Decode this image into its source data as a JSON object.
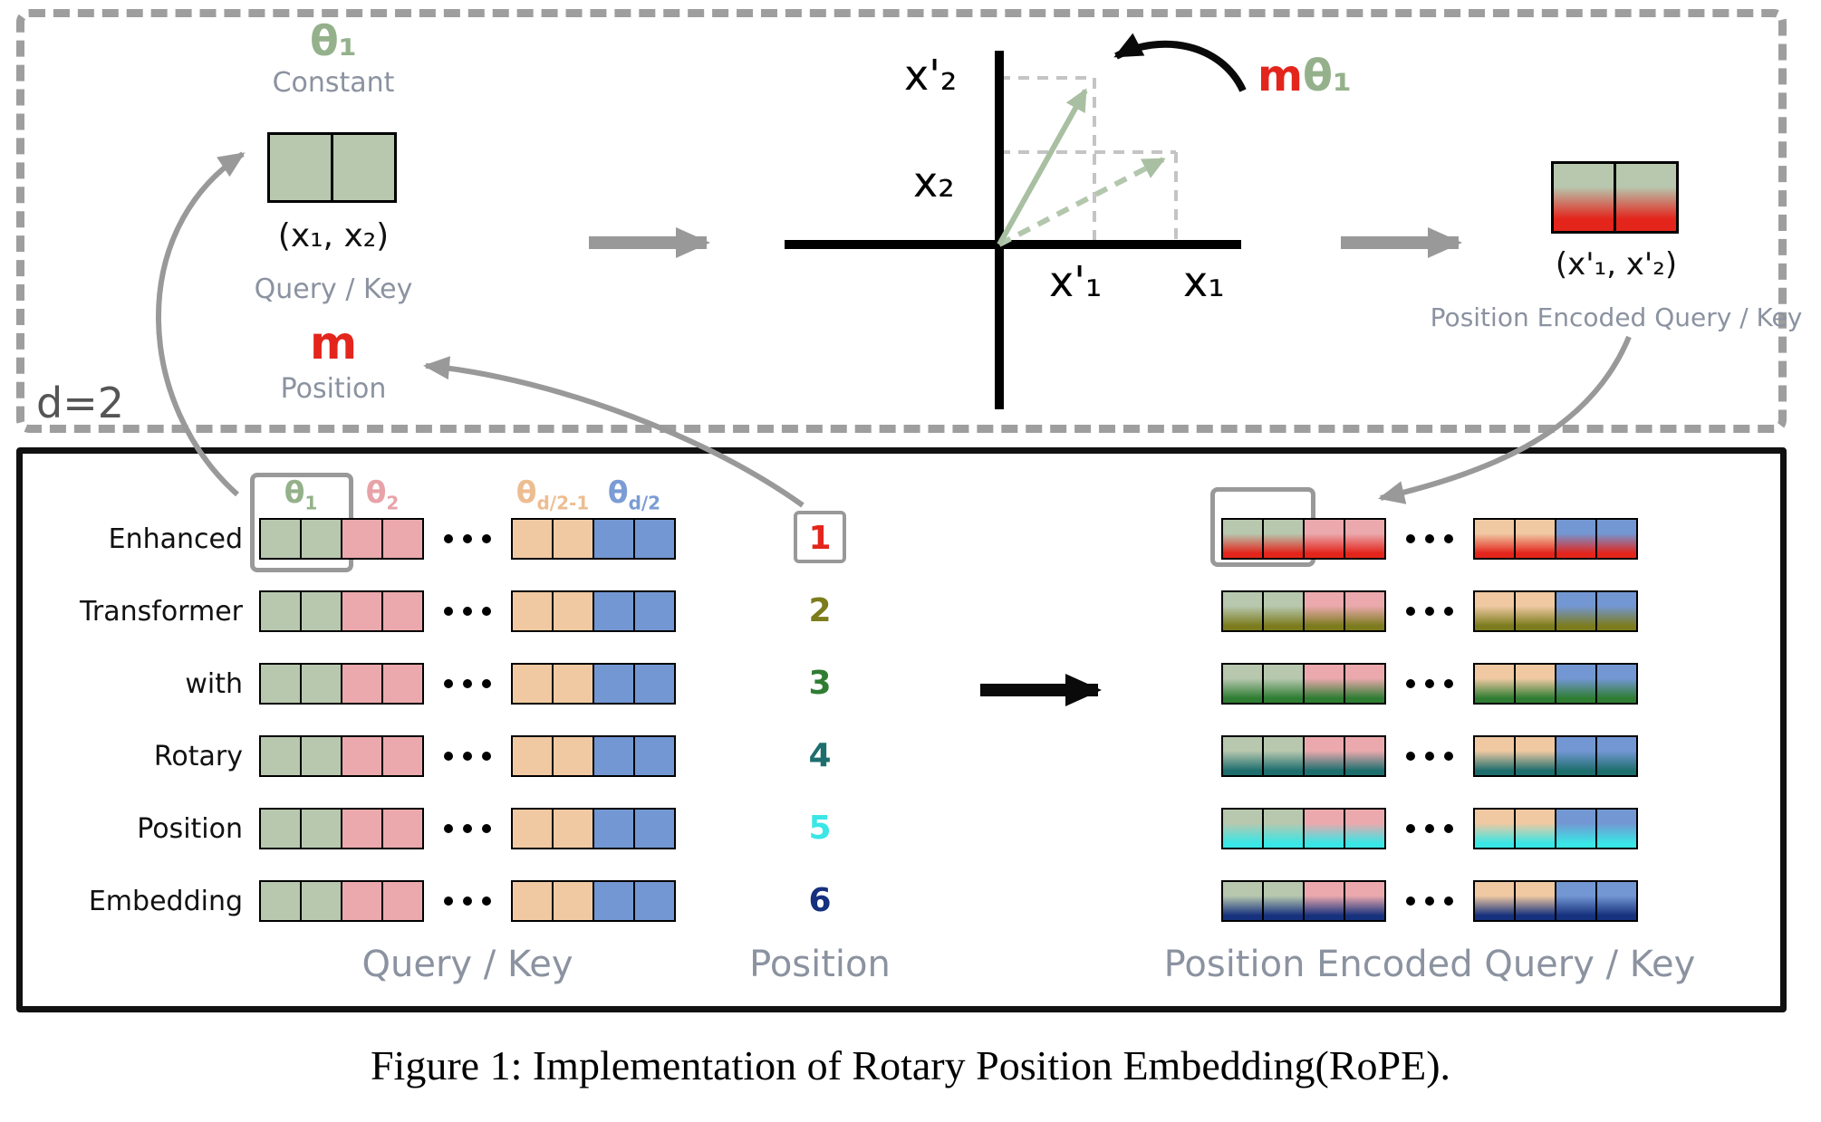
{
  "caption": "Figure 1: Implementation of Rotary Position Embedding(RoPE).",
  "top": {
    "d_label": "d=2",
    "theta1": "θ₁",
    "constant": "Constant",
    "xy": "(x₁, x₂)",
    "query_key": "Query / Key",
    "m": "m",
    "position": "Position",
    "mtheta_m": "m",
    "mtheta_t": "θ₁",
    "x2p": "x'₂",
    "x2": "x₂",
    "x1p": "x'₁",
    "x1": "x₁",
    "xpy": "(x'₁, x'₂)",
    "encoded": "Position Encoded Query / Key"
  },
  "bottom": {
    "headers": [
      {
        "base": "θ",
        "sub": "1",
        "color": "#94b18b"
      },
      {
        "base": "θ",
        "sub": "2",
        "color": "#e8a3a8"
      },
      {
        "base": "θ",
        "sub": "d/2-1",
        "color": "#edbd92"
      },
      {
        "base": "θ",
        "sub": "d/2",
        "color": "#7b9cd4"
      }
    ],
    "words": [
      "Enhanced",
      "Transformer",
      "with",
      "Rotary",
      "Position",
      "Embedding"
    ],
    "positions": [
      {
        "label": "1",
        "color": "#e3251c"
      },
      {
        "label": "2",
        "color": "#7c7c1e"
      },
      {
        "label": "3",
        "color": "#2f7d33"
      },
      {
        "label": "4",
        "color": "#1e6e6e"
      },
      {
        "label": "5",
        "color": "#3ae6e6"
      },
      {
        "label": "6",
        "color": "#16317d"
      }
    ],
    "cell_colors": {
      "green": "#b7c8af",
      "pink": "#eba9ad",
      "orange": "#f0c9a2",
      "blue": "#7397d3"
    },
    "footer": {
      "query_key": "Query / Key",
      "position": "Position",
      "encoded": "Position Encoded Query / Key"
    }
  }
}
